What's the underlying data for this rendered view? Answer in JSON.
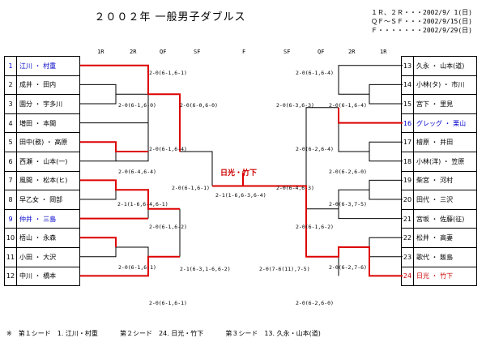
{
  "title": "２００２年 一般男子ダブルス",
  "schedule": [
    "１Ｒ、２Ｒ・・・2002/9/ 1(日)",
    "ＱＦ～ＳＦ・・・2002/9/15(日)",
    "Ｆ・・・・・・・2002/9/29(日)"
  ],
  "rounds_left": [
    "1R",
    "2R",
    "QF",
    "SF"
  ],
  "final_label": "F",
  "rounds_right": [
    "SF",
    "QF",
    "2R",
    "1R"
  ],
  "left_entries": [
    {
      "no": "1",
      "name": "江川 ・ 村重",
      "seeded": true
    },
    {
      "no": "2",
      "name": "成井 ・ 田内",
      "seeded": false
    },
    {
      "no": "3",
      "name": "園分 ・ 宇多川",
      "seeded": false
    },
    {
      "no": "4",
      "name": "増田 ・ 本間",
      "seeded": false
    },
    {
      "no": "5",
      "name": "田中(務) ・ 高原",
      "seeded": false
    },
    {
      "no": "6",
      "name": "西瀬 ・ 山本(一)",
      "seeded": false
    },
    {
      "no": "7",
      "name": "風間 ・ 松本(ヒ)",
      "seeded": false
    },
    {
      "no": "8",
      "name": "早乙女 ・ 岡部",
      "seeded": false
    },
    {
      "no": "9",
      "name": "仲井 ・ 三島",
      "seeded": true
    },
    {
      "no": "10",
      "name": "梧山 ・ 永森",
      "seeded": false
    },
    {
      "no": "11",
      "name": "小田 ・ 大沢",
      "seeded": false
    },
    {
      "no": "12",
      "name": "中川 ・ 橋本",
      "seeded": false
    }
  ],
  "right_entries": [
    {
      "no": "13",
      "name": "久永 ・ 山本(道)",
      "color": "normal"
    },
    {
      "no": "14",
      "name": "小林(タ) ・ 市川",
      "color": "normal"
    },
    {
      "no": "15",
      "name": "宮下 ・ 里見",
      "color": "normal"
    },
    {
      "no": "16",
      "name": "グレッグ ・ 栗山",
      "color": "blue"
    },
    {
      "no": "17",
      "name": "檜原 ・ 井田",
      "color": "normal"
    },
    {
      "no": "18",
      "name": "小林(洋) ・ 笠原",
      "color": "normal"
    },
    {
      "no": "19",
      "name": "柴宮 ・ 河村",
      "color": "normal"
    },
    {
      "no": "20",
      "name": "田代 ・ 三沢",
      "color": "normal"
    },
    {
      "no": "21",
      "name": "宮坂 ・ 佐藤(征)",
      "color": "normal"
    },
    {
      "no": "22",
      "name": "松井 ・ 高妻",
      "color": "normal"
    },
    {
      "no": "23",
      "name": "歌代 ・ 飯島",
      "color": "normal"
    },
    {
      "no": "24",
      "name": "日光 ・ 竹下",
      "color": "red"
    }
  ],
  "scores": {
    "l_1r_top": "2-0(6-1,6-1)",
    "l_1r_23": "2-0(6-1,6-0)",
    "l_qf_top": "2-0(6-0,6-0)",
    "l_1r_56": "2-0(6-1,6-4)",
    "l_1r_6": "2-0(6-4,6-4)",
    "l_sf": "2-0(6-1,6-1)",
    "l_1r_78": "2-1(1-6,6-4,6-1)",
    "l_2r_79": "2-0(6-1,6-2)",
    "l_1r_1011": "2-0(6-1,6-1)",
    "l_qf_bot": "2-1(6-3,1-6,6-2)",
    "l_1r_12": "2-0(6-1,6-1)",
    "final": "2-1(1-6,6-3,6-4)",
    "r_1r_1314": "2-0(6-1,6-4)",
    "r_2r_15": "2-0(6-1,6-4)",
    "r_qf_top": "2-0(6-3,6-3)",
    "r_1r_1718": "2-0(6-2,6-4)",
    "r_1r_18": "2-0(6-2,6-0)",
    "r_sf": "2-0(6-4,6-3)",
    "r_1r_1920": "2-0(6-3,7-5)",
    "r_2r_21": "2-0(6-1,6-2)",
    "r_1r_2223": "2-0(6-2,7-6)",
    "r_qf_bot": "2-0(7-6(11),7-5)",
    "r_1r_24": "2-0(6-2,6-0)"
  },
  "champion": "日光・竹下",
  "seeds_note": [
    "※　第１シード　1. 江川・村重",
    "第２シード　24. 日光・竹下",
    "第３シード　13. 久永・山本(道)"
  ]
}
